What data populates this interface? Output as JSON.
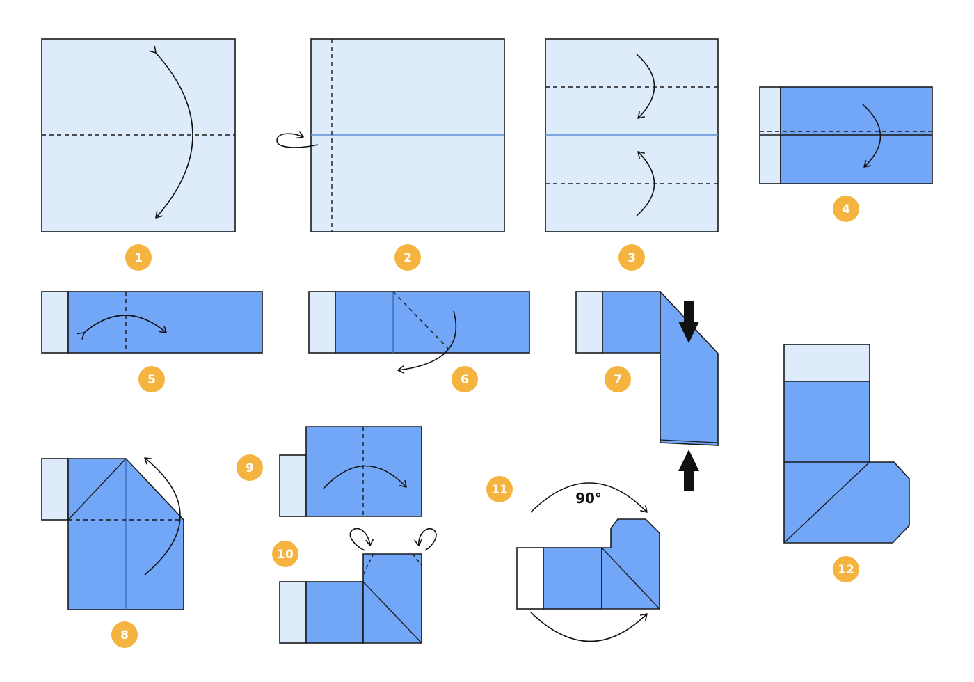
{
  "diagram": {
    "colors": {
      "light_paper": "#deebfb",
      "blue_paper": "#72a6f6",
      "outline": "#1a1a1a",
      "crease_line": "#5b8fd6",
      "badge": "#f5b33f",
      "badge_text": "#ffffff",
      "arrow": "#111111"
    },
    "steps": [
      {
        "number": "1"
      },
      {
        "number": "2"
      },
      {
        "number": "3"
      },
      {
        "number": "4"
      },
      {
        "number": "5"
      },
      {
        "number": "6"
      },
      {
        "number": "7"
      },
      {
        "number": "8"
      },
      {
        "number": "9"
      },
      {
        "number": "10"
      },
      {
        "number": "11"
      },
      {
        "number": "12"
      }
    ],
    "rotation_label": "90°"
  }
}
